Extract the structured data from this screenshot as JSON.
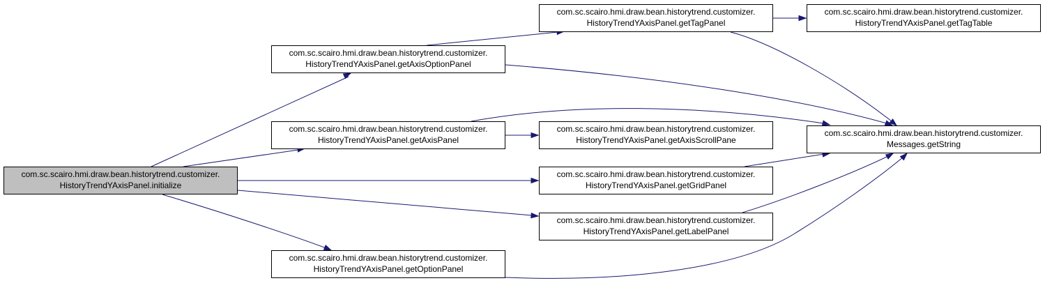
{
  "nodes": {
    "initialize": {
      "line1": "com.sc.scairo.hmi.draw.bean.historytrend.customizer.",
      "line2": "HistoryTrendYAxisPanel.initialize"
    },
    "getAxisOptionPanel": {
      "line1": "com.sc.scairo.hmi.draw.bean.historytrend.customizer.",
      "line2": "HistoryTrendYAxisPanel.getAxisOptionPanel"
    },
    "getAxisPanel": {
      "line1": "com.sc.scairo.hmi.draw.bean.historytrend.customizer.",
      "line2": "HistoryTrendYAxisPanel.getAxisPanel"
    },
    "getOptionPanel": {
      "line1": "com.sc.scairo.hmi.draw.bean.historytrend.customizer.",
      "line2": "HistoryTrendYAxisPanel.getOptionPanel"
    },
    "getTagPanel": {
      "line1": "com.sc.scairo.hmi.draw.bean.historytrend.customizer.",
      "line2": "HistoryTrendYAxisPanel.getTagPanel"
    },
    "getAxisScrollPane": {
      "line1": "com.sc.scairo.hmi.draw.bean.historytrend.customizer.",
      "line2": "HistoryTrendYAxisPanel.getAxisScrollPane"
    },
    "getGridPanel": {
      "line1": "com.sc.scairo.hmi.draw.bean.historytrend.customizer.",
      "line2": "HistoryTrendYAxisPanel.getGridPanel"
    },
    "getLabelPanel": {
      "line1": "com.sc.scairo.hmi.draw.bean.historytrend.customizer.",
      "line2": "HistoryTrendYAxisPanel.getLabelPanel"
    },
    "getTagTable": {
      "line1": "com.sc.scairo.hmi.draw.bean.historytrend.customizer.",
      "line2": "HistoryTrendYAxisPanel.getTagTable"
    },
    "getString": {
      "line1": "com.sc.scairo.hmi.draw.bean.historytrend.customizer.",
      "line2": "Messages.getString"
    }
  },
  "edges": [
    {
      "from": "initialize",
      "to": "getAxisOptionPanel"
    },
    {
      "from": "initialize",
      "to": "getAxisPanel"
    },
    {
      "from": "initialize",
      "to": "getGridPanel"
    },
    {
      "from": "initialize",
      "to": "getLabelPanel"
    },
    {
      "from": "initialize",
      "to": "getOptionPanel"
    },
    {
      "from": "getAxisOptionPanel",
      "to": "getTagPanel"
    },
    {
      "from": "getAxisOptionPanel",
      "to": "getString"
    },
    {
      "from": "getAxisPanel",
      "to": "getAxisScrollPane"
    },
    {
      "from": "getAxisPanel",
      "to": "getString"
    },
    {
      "from": "getTagPanel",
      "to": "getTagTable"
    },
    {
      "from": "getTagPanel",
      "to": "getString"
    },
    {
      "from": "getGridPanel",
      "to": "getString"
    },
    {
      "from": "getLabelPanel",
      "to": "getString"
    },
    {
      "from": "getOptionPanel",
      "to": "getString"
    }
  ],
  "colors": {
    "edge": "#191970",
    "root_fill": "#bfbfbf",
    "node_fill": "#ffffff",
    "border": "#000000"
  }
}
